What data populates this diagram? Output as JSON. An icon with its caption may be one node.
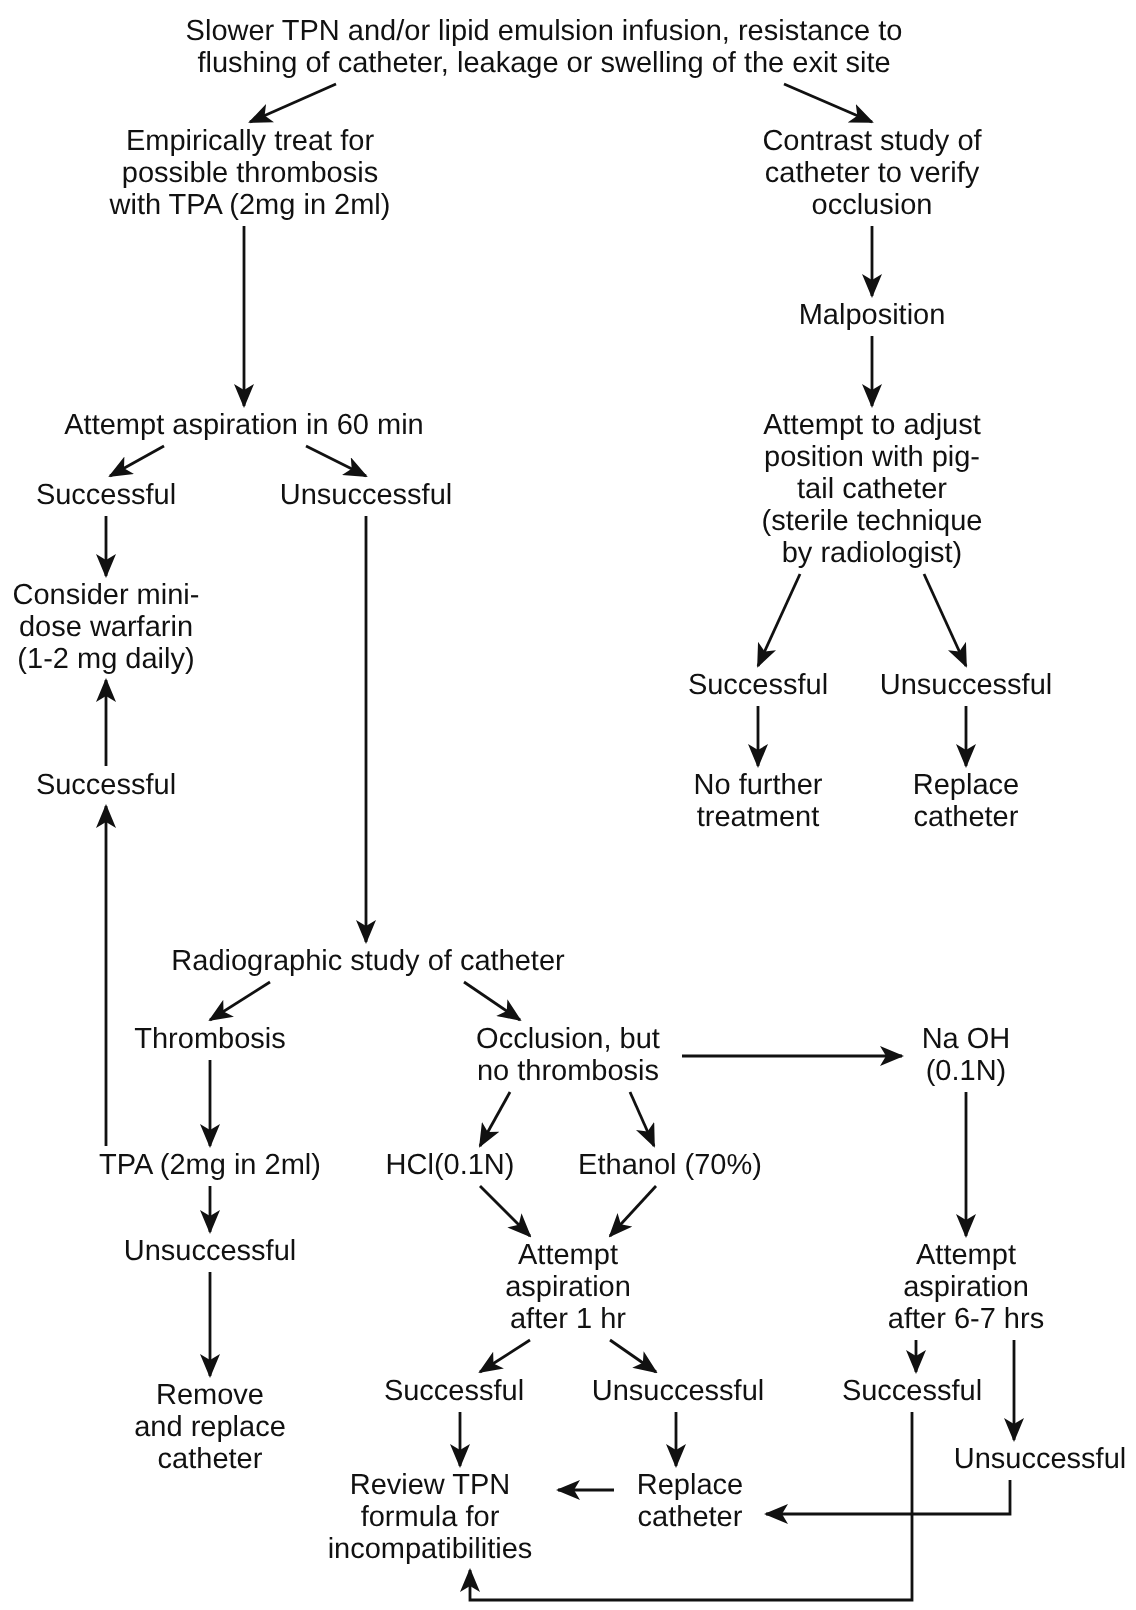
{
  "diagram": {
    "nodes": [
      {
        "text": [
          "Slower TPN and/or lipid emulsion infusion, resistance to flushing of catheter, leakage or swelling of the exit site"
        ]
      },
      {
        "text": [
          "Empirically treat for possible thrombosis with TPA (2mg in 2ml)"
        ]
      },
      {
        "text": [
          "Contrast study of catheter to verify occlusion"
        ]
      },
      {
        "text": [
          "Malposition"
        ]
      },
      {
        "text": [
          "Attempt aspiration in 60 min"
        ]
      },
      {
        "text": [
          "Successful"
        ]
      },
      {
        "text": [
          "Unsuccessful"
        ]
      },
      {
        "text": [
          "Attempt to adjust position with pig-tail catheter (sterile technique by radiologist)"
        ]
      },
      {
        "text": [
          "Consider mini-dose warfarin (1-2 mg daily)"
        ]
      },
      {
        "text": [
          "Successful"
        ]
      },
      {
        "text": [
          "Successful"
        ]
      },
      {
        "text": [
          "Unsuccessful"
        ]
      },
      {
        "text": [
          "No further treatment"
        ]
      },
      {
        "text": [
          "Replace catheter"
        ]
      },
      {
        "text": [
          "Radiographic study of catheter"
        ]
      },
      {
        "text": [
          "Thrombosis"
        ]
      },
      {
        "text": [
          "Occlusion, but no thrombosis"
        ]
      },
      {
        "text": [
          "Na OH (0.1N)"
        ]
      },
      {
        "text": [
          "TPA (2mg in 2ml)"
        ]
      },
      {
        "text": [
          "HCl(0.1N)"
        ]
      },
      {
        "text": [
          "Ethanol (70%)"
        ]
      },
      {
        "text": [
          "Unsuccessful"
        ]
      },
      {
        "text": [
          "Attempt aspiration after 1 hr"
        ]
      },
      {
        "text": [
          "Attempt aspiration after 6-7 hrs"
        ]
      },
      {
        "text": [
          "Remove and replace catheter"
        ]
      },
      {
        "text": [
          "Successful"
        ]
      },
      {
        "text": [
          "Unsuccessful"
        ]
      },
      {
        "text": [
          "Successful"
        ]
      },
      {
        "text": [
          "Unsuccessful"
        ]
      },
      {
        "text": [
          "Review TPN formula for incompatibilities"
        ]
      },
      {
        "text": [
          "Replace catheter"
        ]
      }
    ],
    "edges": [
      {
        "from": 0,
        "to": 1,
        "arrow": "to"
      },
      {
        "from": 0,
        "to": 2,
        "arrow": "to"
      },
      {
        "from": 1,
        "to": 4,
        "arrow": "to"
      },
      {
        "from": 2,
        "to": 3,
        "arrow": "to"
      },
      {
        "from": 3,
        "to": 7,
        "arrow": "to"
      },
      {
        "from": 4,
        "to": 5,
        "arrow": "to"
      },
      {
        "from": 4,
        "to": 6,
        "arrow": "to"
      },
      {
        "from": 5,
        "to": 8,
        "arrow": "to"
      },
      {
        "from": 9,
        "to": 8,
        "arrow": "to"
      },
      {
        "from": 6,
        "to": 14,
        "arrow": "to"
      },
      {
        "from": 7,
        "to": 10,
        "arrow": "to"
      },
      {
        "from": 7,
        "to": 11,
        "arrow": "to"
      },
      {
        "from": 10,
        "to": 12,
        "arrow": "to"
      },
      {
        "from": 11,
        "to": 13,
        "arrow": "to"
      },
      {
        "from": 14,
        "to": 15,
        "arrow": "to"
      },
      {
        "from": 14,
        "to": 16,
        "arrow": "to"
      },
      {
        "from": 16,
        "to": 17,
        "arrow": "to"
      },
      {
        "from": 15,
        "to": 18,
        "arrow": "to"
      },
      {
        "from": 18,
        "to": 9,
        "arrow": "to"
      },
      {
        "from": 16,
        "to": 19,
        "arrow": "to"
      },
      {
        "from": 16,
        "to": 20,
        "arrow": "to"
      },
      {
        "from": 17,
        "to": 23,
        "arrow": "to"
      },
      {
        "from": 18,
        "to": 21,
        "arrow": "to"
      },
      {
        "from": 21,
        "to": 24,
        "arrow": "to"
      },
      {
        "from": 19,
        "to": 22,
        "arrow": "to"
      },
      {
        "from": 20,
        "to": 22,
        "arrow": "to"
      },
      {
        "from": 22,
        "to": 25,
        "arrow": "to"
      },
      {
        "from": 22,
        "to": 26,
        "arrow": "to"
      },
      {
        "from": 23,
        "to": 27,
        "arrow": "to"
      },
      {
        "from": 23,
        "to": 28,
        "arrow": "to"
      },
      {
        "from": 25,
        "to": 29,
        "arrow": "to"
      },
      {
        "from": 26,
        "to": 30,
        "arrow": "to"
      },
      {
        "from": 30,
        "to": 29,
        "arrow": "to"
      },
      {
        "from": 28,
        "to": 30,
        "arrow": "to"
      },
      {
        "from": 27,
        "to": 29,
        "arrow": "to"
      }
    ]
  }
}
